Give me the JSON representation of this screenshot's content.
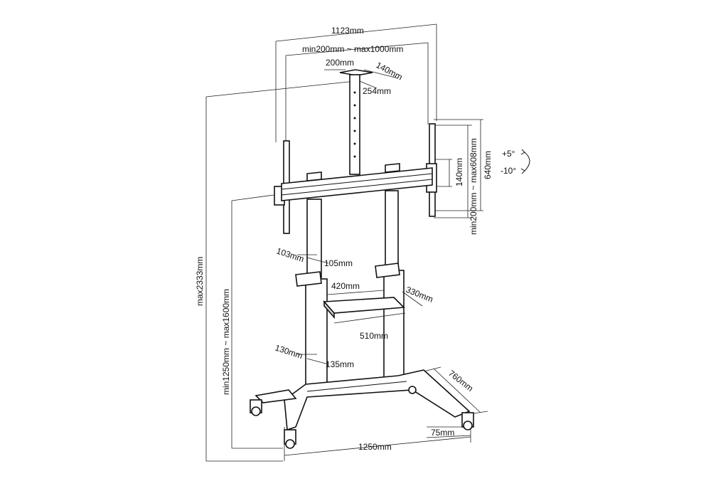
{
  "diagram": {
    "overall_width": "1123mm",
    "vesa_range": "min200mm ~ max1000mm",
    "top_plate_width": "200mm",
    "top_plate_depth": "140mm",
    "top_plate_length": "254mm",
    "bracket_height": "640mm",
    "vesa_vertical_range": "min200mm ~ max608mm",
    "bracket_inner": "140mm",
    "tilt_up": "+5°",
    "tilt_down": "-10°",
    "max_height": "max2333mm",
    "center_height_range": "min1250mm ~ max1600mm",
    "upper_column_depth": "103mm",
    "upper_column_width": "105mm",
    "shelf_front": "420mm",
    "shelf_depth": "330mm",
    "shelf_back": "510mm",
    "lower_column_depth": "130mm",
    "lower_column_width": "135mm",
    "base_depth": "760mm",
    "base_width": "1250mm",
    "caster_offset": "75mm"
  }
}
